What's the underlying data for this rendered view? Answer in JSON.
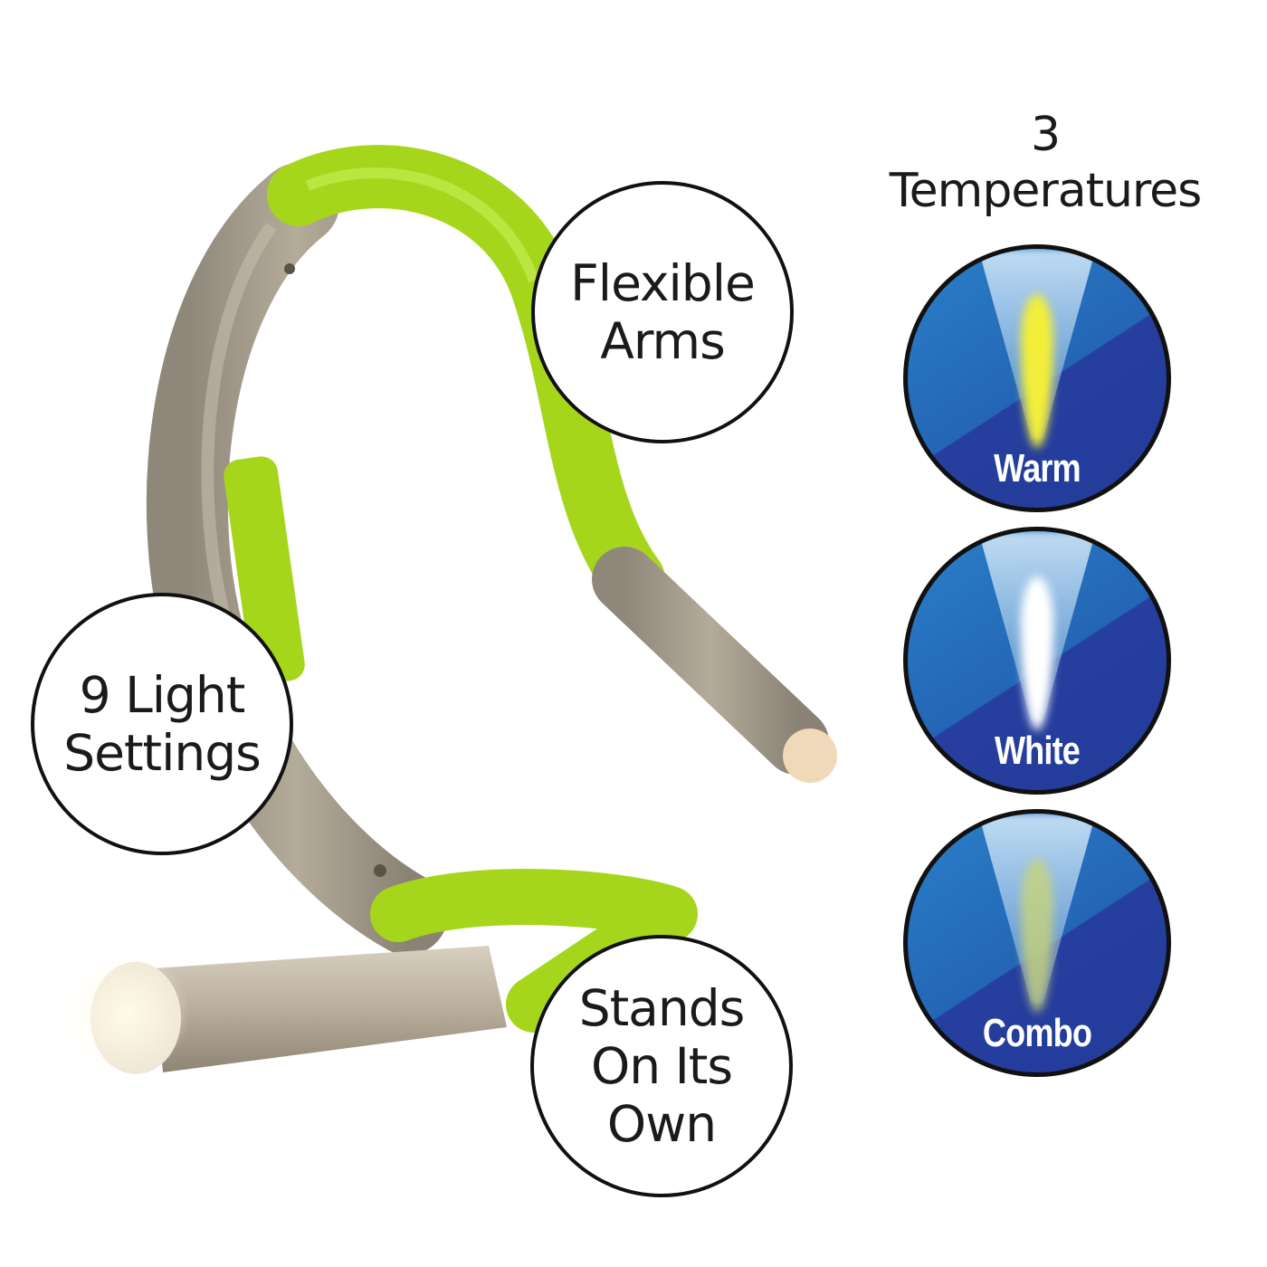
{
  "callouts": {
    "flexible_arms": [
      "Flexible",
      "Arms"
    ],
    "light_settings": [
      "9 Light",
      "Settings"
    ],
    "stands": [
      "Stands",
      "On Its",
      "Own"
    ]
  },
  "temperatures": {
    "title": [
      "3",
      "Temperatures"
    ],
    "items": [
      {
        "label": "Warm",
        "core_color": "#f2ee3a"
      },
      {
        "label": "White",
        "core_color": "#ffffff"
      },
      {
        "label": "Combo",
        "core_color": "#c9d47a"
      }
    ]
  },
  "colors": {
    "arm_green": "#a6d61c",
    "body_gray": "#a89f8e",
    "circle_blue": "#2466b5"
  }
}
